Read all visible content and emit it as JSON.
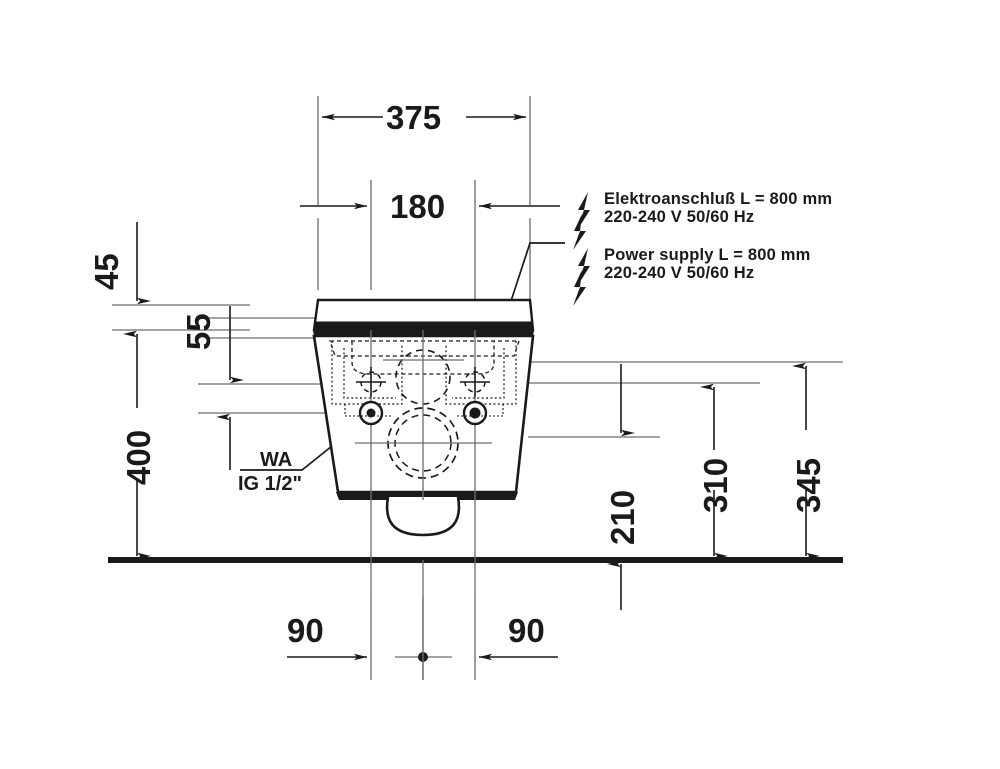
{
  "drawing": {
    "title": "Wall-hung toilet technical dimension drawing",
    "units": "mm",
    "stroke_color": "#1a1a1a",
    "background": "#ffffff"
  },
  "dimensions": {
    "width_total": "375",
    "width_inner": "180",
    "height_seat_band": "45",
    "height_rim_offset": "55",
    "height_floor_to_top": "400",
    "height_outlet": "210",
    "height_bowl_bottom": "310",
    "height_bowl_top": "345",
    "offset_left": "90",
    "offset_right": "90"
  },
  "annotations": {
    "electrical_de": {
      "line1": "Elektroanschluß L = 800 mm",
      "line2": "220-240 V  50/60 Hz",
      "icon": "lightning-bolt-icon"
    },
    "electrical_en": {
      "line1": "Power supply L = 800 mm",
      "line2": "220-240 V  50/60 Hz",
      "icon": "lightning-bolt-icon"
    },
    "water_connection": {
      "line1": "WA",
      "line2": "IG 1/2\""
    }
  },
  "chart_data": {
    "type": "table",
    "title": "Wall-hung toilet dimension drawing (front elevation)",
    "xlabel": "width (mm)",
    "ylabel": "height (mm)",
    "categories": [
      "375",
      "180",
      "45",
      "55",
      "400",
      "210",
      "310",
      "345",
      "90",
      "90"
    ],
    "values": [
      375,
      180,
      45,
      55,
      400,
      210,
      310,
      345,
      90,
      90
    ],
    "annotations": [
      "Elektroanschluß L = 800 mm",
      "220-240 V  50/60 Hz",
      "Power supply L = 800 mm",
      "220-240 V  50/60 Hz",
      "WA",
      "IG 1/2\""
    ]
  }
}
